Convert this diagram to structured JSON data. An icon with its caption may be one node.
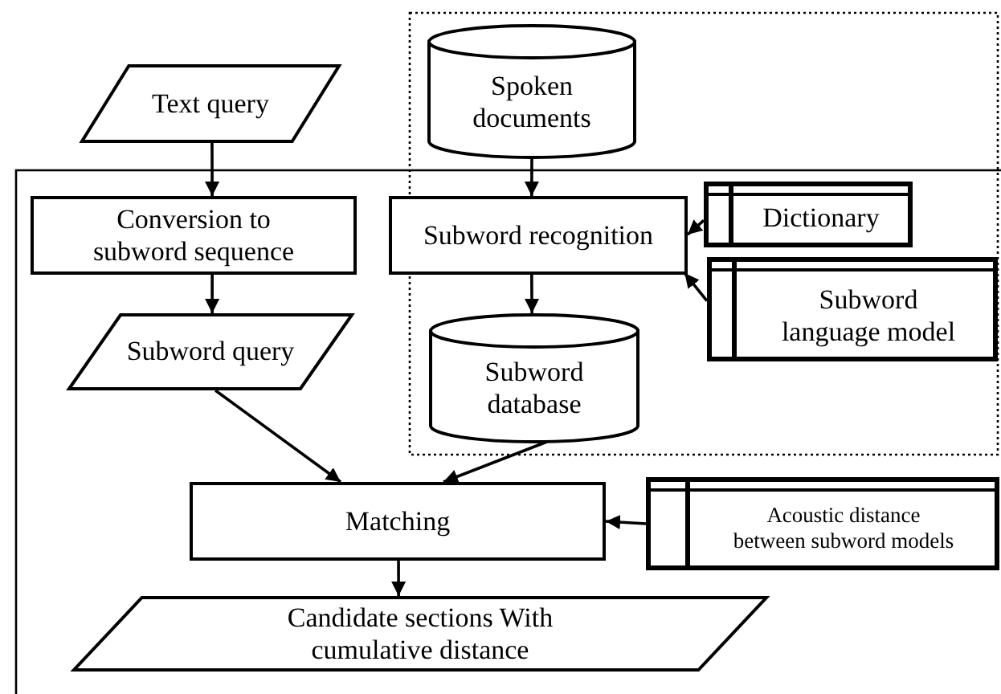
{
  "diagram": {
    "nodes": [
      {
        "text": [
          "Text query"
        ]
      },
      {
        "text": [
          "Spoken documents"
        ]
      },
      {
        "text": [
          "Conversion to subword sequence"
        ]
      },
      {
        "text": [
          "Subword recognition"
        ]
      },
      {
        "text": [
          "Dictionary"
        ]
      },
      {
        "text": [
          "Subword language model"
        ]
      },
      {
        "text": [
          "Subword query"
        ]
      },
      {
        "text": [
          "Subword database"
        ]
      },
      {
        "text": [
          "Matching"
        ]
      },
      {
        "text": [
          "Acoustic distance between subword models"
        ]
      },
      {
        "text": [
          "Candidate sections With cumulative distance"
        ]
      }
    ],
    "edges": [
      {
        "from": 0,
        "to": 2,
        "arrow": "to"
      },
      {
        "from": 1,
        "to": 3,
        "arrow": "to"
      },
      {
        "from": 2,
        "to": 6,
        "arrow": "to"
      },
      {
        "from": 3,
        "to": 7,
        "arrow": "to"
      },
      {
        "from": 4,
        "to": 3,
        "arrow": "to"
      },
      {
        "from": 5,
        "to": 3,
        "arrow": "to"
      },
      {
        "from": 6,
        "to": 8,
        "arrow": "to"
      },
      {
        "from": 7,
        "to": 8,
        "arrow": "to"
      },
      {
        "from": 9,
        "to": 8,
        "arrow": "to"
      },
      {
        "from": 8,
        "to": 10,
        "arrow": "to"
      }
    ]
  }
}
